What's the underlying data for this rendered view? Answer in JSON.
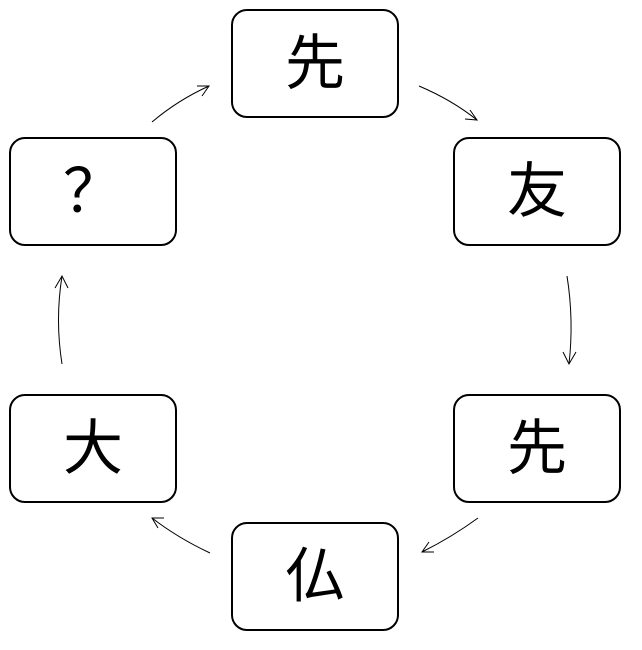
{
  "diagram": {
    "nodes": [
      {
        "id": "top",
        "text": "先"
      },
      {
        "id": "right-upper",
        "text": "友"
      },
      {
        "id": "right-lower",
        "text": "先"
      },
      {
        "id": "bottom",
        "text": "仏"
      },
      {
        "id": "left-lower",
        "text": "大"
      },
      {
        "id": "left-upper",
        "text": "？"
      }
    ],
    "flow": "clockwise"
  },
  "colors": {
    "stroke": "#000000",
    "background": "#ffffff"
  }
}
